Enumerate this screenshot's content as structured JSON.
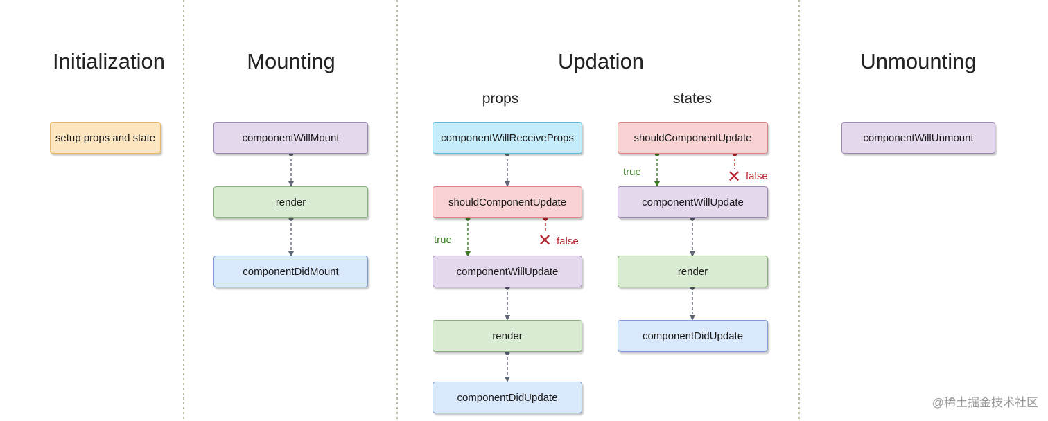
{
  "phases": {
    "initialization": "Initialization",
    "mounting": "Mounting",
    "updation": "Updation",
    "unmounting": "Unmounting"
  },
  "subphases": {
    "props": "props",
    "states": "states"
  },
  "nodes": {
    "setup": "setup props and state",
    "will_mount": "componentWillMount",
    "mount_render": "render",
    "did_mount": "componentDidMount",
    "will_receive_props": "componentWillReceiveProps",
    "props_should_update": "shouldComponentUpdate",
    "props_will_update": "componentWillUpdate",
    "props_render": "render",
    "props_did_update": "componentDidUpdate",
    "states_should_update": "shouldComponentUpdate",
    "states_will_update": "componentWillUpdate",
    "states_render": "render",
    "states_did_update": "componentDidUpdate",
    "will_unmount": "componentWillUnmount"
  },
  "labels": {
    "props_true": "true",
    "props_false": "false",
    "states_true": "true",
    "states_false": "false"
  },
  "watermark": "@稀土掘金技术社区",
  "colors": {
    "orange_fill": "#fde6bf",
    "orange_border": "#e8b663",
    "purple_fill": "#e4d8ec",
    "purple_border": "#9f87b3",
    "green_fill": "#d9ebd2",
    "green_border": "#86b27a",
    "blue_fill": "#dae8fb",
    "blue_border": "#7d9ed0",
    "cyan_fill": "#c4ecfa",
    "cyan_border": "#5ab8d8",
    "red_fill": "#f9d3d3",
    "red_border": "#d98080",
    "true_green": "#3d7a26",
    "false_red": "#b3242c",
    "arrow_gray": "#5f6675",
    "divider": "#8a9a74"
  }
}
